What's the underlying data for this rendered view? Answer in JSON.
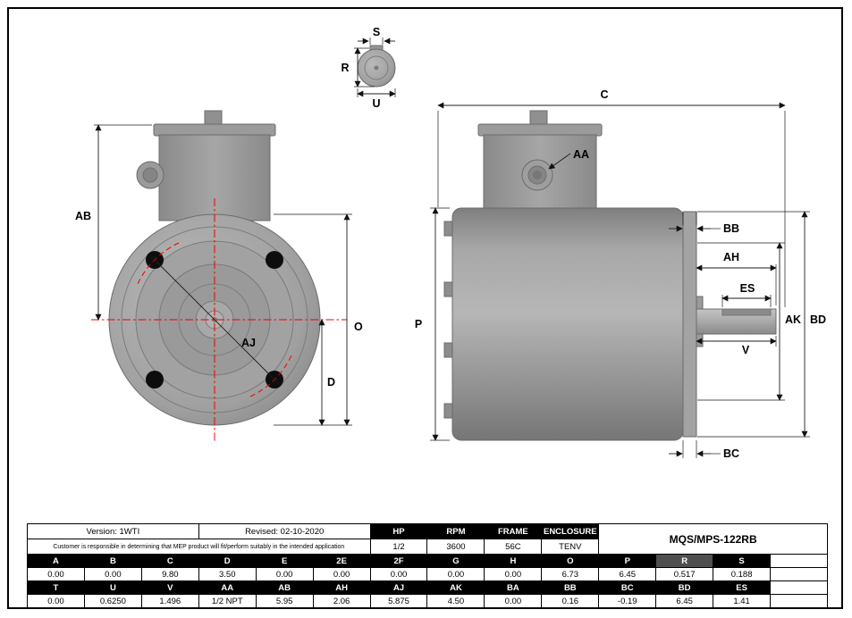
{
  "labels": {
    "s": "S",
    "r": "R",
    "u": "U",
    "ab": "AB",
    "o": "O",
    "d": "D",
    "aj": "AJ",
    "c": "C",
    "aa": "AA",
    "bb": "BB",
    "ah": "AH",
    "es": "ES",
    "ak": "AK",
    "bd": "BD",
    "v": "V",
    "bc": "BC",
    "p": "P"
  },
  "title_block": {
    "version": "Version: 1WTI",
    "revised": "Revised: 02-10-2020",
    "disclaimer": "Customer is responsible in determining that MEP product will fit/perform suitably in the intended application",
    "model": "MQS/MPS-122RB",
    "spec_headers": [
      "HP",
      "RPM",
      "FRAME",
      "ENCLOSURE"
    ],
    "spec_values": [
      "1/2",
      "3600",
      "56C",
      "TENV"
    ]
  },
  "dim_table": {
    "r1h": [
      "A",
      "B",
      "C",
      "D",
      "E",
      "2E",
      "2F",
      "G",
      "H",
      "O",
      "P",
      "R",
      "S",
      ""
    ],
    "r1v": [
      "0.00",
      "0.00",
      "9.80",
      "3.50",
      "0.00",
      "0.00",
      "0.00",
      "0.00",
      "0.00",
      "6.73",
      "6.45",
      "0.517",
      "0.188",
      ""
    ],
    "r2h": [
      "T",
      "U",
      "V",
      "AA",
      "AB",
      "AH",
      "AJ",
      "AK",
      "BA",
      "BB",
      "BC",
      "BD",
      "ES",
      ""
    ],
    "r2v": [
      "0.00",
      "0.6250",
      "1.496",
      "1/2 NPT",
      "5.95",
      "2.06",
      "5.875",
      "4.50",
      "0.00",
      "0.16",
      "-0.19",
      "6.45",
      "1.41",
      ""
    ]
  },
  "colors": {
    "body_gray": "#9a9a9a",
    "centerline_red": "#ee0000",
    "table_header_bg": "#000000",
    "table_header_text": "#ffffff"
  }
}
